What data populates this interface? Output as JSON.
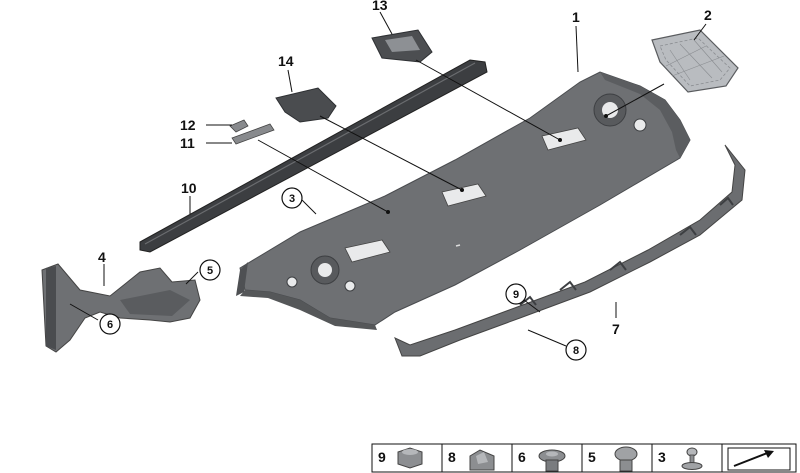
{
  "callouts": {
    "c1": "1",
    "c2": "2",
    "c3": "3",
    "c4": "4",
    "c5": "5",
    "c6": "6",
    "c7": "7",
    "c8": "8",
    "c9": "9",
    "c10": "10",
    "c11": "11",
    "c12": "12",
    "c13": "13",
    "c14": "14"
  },
  "legend": {
    "items": [
      {
        "number": "9",
        "icon": "hex-nut-icon"
      },
      {
        "number": "8",
        "icon": "clip-icon"
      },
      {
        "number": "6",
        "icon": "expanding-rivet-icon"
      },
      {
        "number": "5",
        "icon": "push-rivet-icon"
      },
      {
        "number": "3",
        "icon": "pin-icon"
      }
    ],
    "arrow_icon": "diagram-arrow-icon"
  },
  "colors": {
    "part_fill": "#6b6d70",
    "part_dark": "#4a4c4f",
    "part_light": "#8c8e91",
    "mesh_fill": "#b9bcc0",
    "leader": "#111111"
  }
}
